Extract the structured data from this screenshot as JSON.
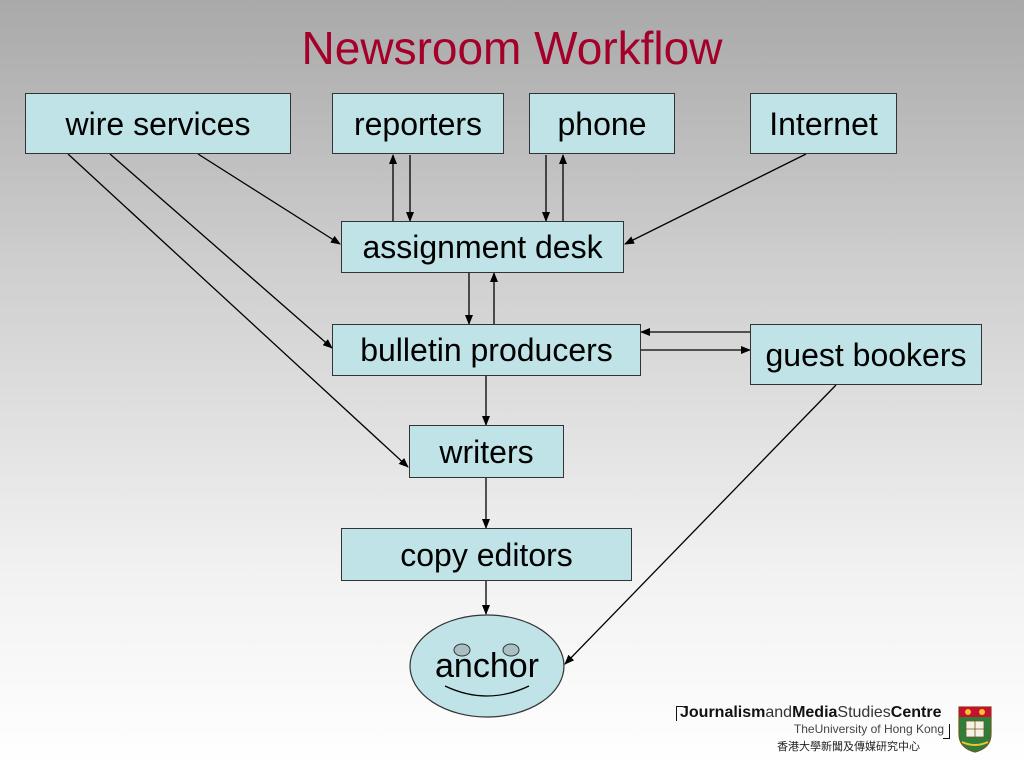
{
  "title": "Newsroom Workflow",
  "nodes": {
    "wire_services": "wire services",
    "reporters": "reporters",
    "phone": "phone",
    "internet": "Internet",
    "assignment_desk": "assignment desk",
    "bulletin_producers": "bulletin producers",
    "guest_bookers": "guest bookers",
    "writers": "writers",
    "copy_editors": "copy editors",
    "anchor": "anchor"
  },
  "footer": {
    "centre_journalism": "Journalism",
    "centre_and": "and",
    "centre_media": "Media",
    "centre_studies": "Studies",
    "centre_centre": "Centre",
    "university": "TheUniversity of Hong Kong",
    "chinese_name": "香港大學新聞及傳媒研究中心"
  },
  "colors": {
    "title": "#a3002a",
    "box_fill": "#bfe3e6",
    "anchor_fill": "#bfe3e6"
  }
}
